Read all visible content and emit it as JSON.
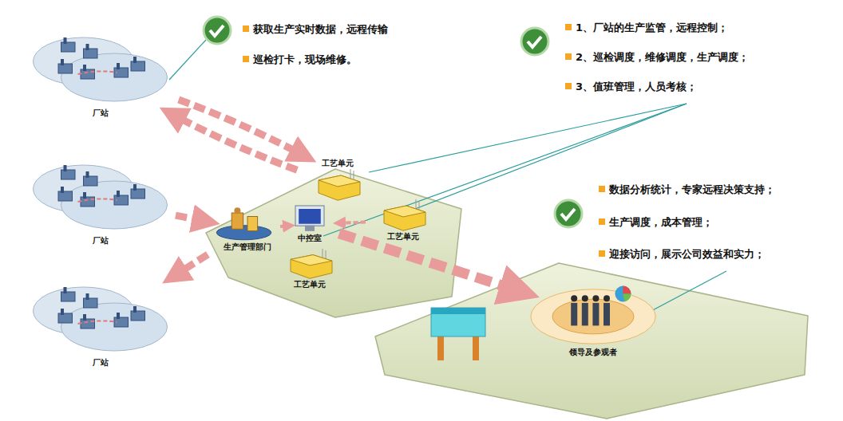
{
  "diagram": {
    "nodes": [
      {
        "text": [
          "厂站"
        ]
      },
      {
        "text": [
          "厂站"
        ]
      },
      {
        "text": [
          "厂站"
        ]
      },
      {
        "text": [
          "工艺单元"
        ]
      },
      {
        "text": [
          "中控室"
        ]
      },
      {
        "text": [
          "工艺单元"
        ]
      },
      {
        "text": [
          "生产管理部门"
        ]
      },
      {
        "text": [
          "工艺单元"
        ]
      },
      {
        "text": [
          "领导及参观者"
        ]
      }
    ],
    "edges": [
      {
        "from": 0,
        "to": 3,
        "arrow": "to"
      },
      {
        "from": 3,
        "to": 0,
        "arrow": "to"
      },
      {
        "from": 1,
        "to": 6,
        "arrow": "to"
      },
      {
        "from": 6,
        "to": 2,
        "arrow": "to"
      },
      {
        "from": 4,
        "to": 8,
        "arrow": "to"
      },
      {
        "from": 5,
        "to": 4,
        "arrow": "to"
      },
      {
        "from": 4,
        "to": 6,
        "arrow": "to"
      }
    ],
    "labels": [
      "获取生产实时数据，远程传输",
      "巡检打卡，现场维修。",
      "1、厂站的生产监管，远程控制；",
      "2、巡检调度，维修调度，生产调度；",
      "3、值班管理，人员考核；",
      "数据分析统计，专家远程决策支持；",
      "生产调度，成本管理；",
      "迎接访问，展示公司效益和实力；"
    ]
  }
}
